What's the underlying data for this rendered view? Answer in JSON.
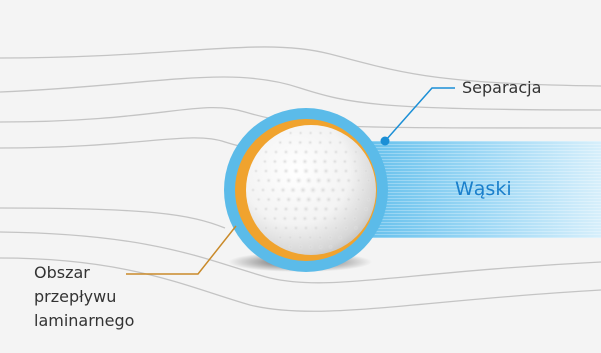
{
  "labels": {
    "separation": "Separacja",
    "wake": "Wąski",
    "laminar_line1": "Obszar",
    "laminar_line2": "przepływu",
    "laminar_line3": "laminarnego"
  },
  "colors": {
    "background": "#f4f4f4",
    "streamline": "#c4c4c4",
    "wake_blue": "#8fd3f4",
    "halo_blue": "#5bbbe9",
    "orange_ring": "#f0a32e",
    "leader_orange": "#c98a2a",
    "leader_blue": "#1b8fd6",
    "wake_text": "#1a7fcb"
  },
  "icons": {
    "ball": "golf-ball-icon"
  }
}
